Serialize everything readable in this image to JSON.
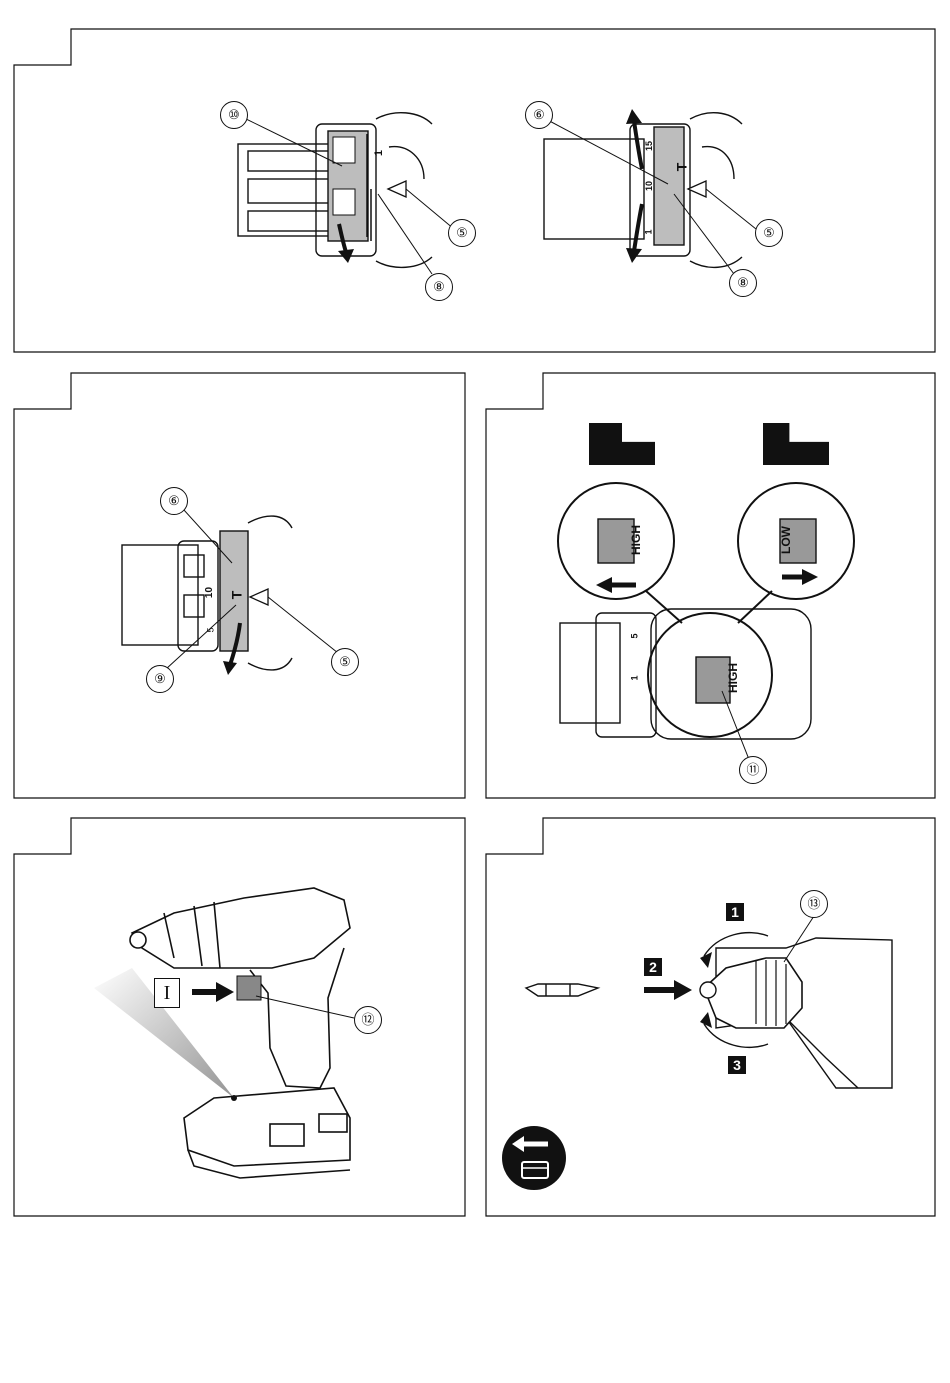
{
  "panels": {
    "top": {
      "left_figure": {
        "callout_a": "⑩",
        "callout_b": "⑤",
        "callout_c": "⑧",
        "scale": [
          "1"
        ]
      },
      "right_figure": {
        "callout_a": "⑥",
        "callout_b": "⑤",
        "callout_c": "⑧",
        "scale": [
          "15",
          "10",
          "1"
        ],
        "mark": "T"
      }
    },
    "middle_left": {
      "callout_a": "⑥",
      "callout_b": "⑤",
      "callout_c": "⑨",
      "scale": [
        "10",
        "5"
      ],
      "mark": "T"
    },
    "middle_right": {
      "left_zoom_label": "HIGH",
      "right_zoom_label": "LOW",
      "main_label": "HIGH",
      "callout": "⑪",
      "scale": [
        "5",
        "1"
      ]
    },
    "bottom_left": {
      "icon_label": "I",
      "callout": "⑫"
    },
    "bottom_right": {
      "step_1": "1",
      "step_2": "2",
      "step_3": "3",
      "callout": "⑬"
    }
  },
  "colors": {
    "ink": "#111111",
    "shade": "#bdbdbd",
    "paper": "#ffffff"
  }
}
